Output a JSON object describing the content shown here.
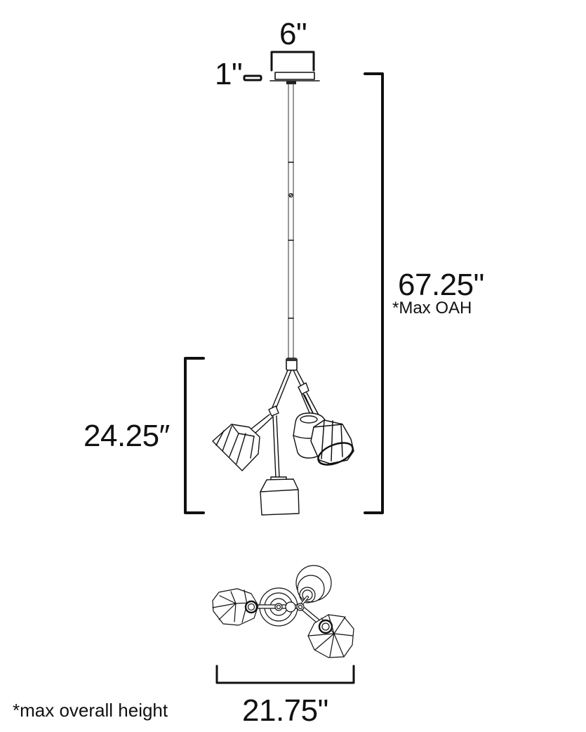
{
  "diagram": {
    "type": "product-dimension-drawing",
    "subject": "multi-light pendant chandelier",
    "colors": {
      "line": "#111111",
      "background": "#ffffff"
    }
  },
  "dimensions": {
    "canopy_width": "6\"",
    "canopy_height": "1\"",
    "overall_height": "67.25\"",
    "overall_height_note": "*Max OAH",
    "fixture_height": "24.25″",
    "fixture_width": "21.75\""
  },
  "footnote": "*max overall height",
  "views": [
    {
      "name": "side-elevation",
      "shades": 4
    },
    {
      "name": "bottom-plan",
      "shades": 4
    }
  ]
}
